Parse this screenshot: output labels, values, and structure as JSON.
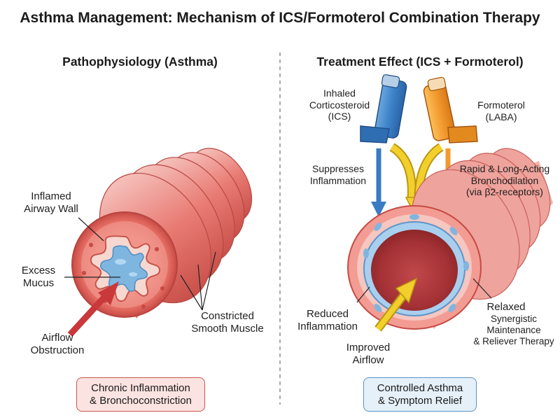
{
  "title": "Asthma Management: Mechanism of ICS/Formoterol Combination Therapy",
  "left_panel": {
    "heading": "Pathophysiology (Asthma)",
    "labels": {
      "inflamed_wall_1": "Inflamed",
      "inflamed_wall_2": "Airway Wall",
      "mucus_1": "Excess",
      "mucus_2": "Mucus",
      "airflow_1": "Airflow",
      "airflow_2": "Obstruction",
      "muscle_1": "Constricted",
      "muscle_2": "Smooth Muscle"
    },
    "summary_1": "Chronic Inflammation",
    "summary_2": "& Bronchoconstriction"
  },
  "right_panel": {
    "heading": "Treatment Effect (ICS + Formoterol)",
    "ics": {
      "line1": "Inhaled",
      "line2": "Corticosteroid",
      "line3": "(ICS)",
      "effect_1": "Suppresses",
      "effect_2": "Inflammation",
      "color": "#3a7cc4"
    },
    "formoterol": {
      "line1": "Formoterol",
      "line2": "(LABA)",
      "effect_1": "Rapid & Long-Acting",
      "effect_2": "Bronchodilation",
      "effect_3": "(via β2-receptors)",
      "color": "#f29a2e"
    },
    "labels": {
      "reduced_1": "Reduced",
      "reduced_2": "Inflammation",
      "improved_1": "Improved",
      "improved_2": "Airflow",
      "relaxed": "Relaxed",
      "synergy_1": "Synergistic",
      "synergy_2": "Maintenance",
      "synergy_3": "& Reliever Therapy"
    },
    "summary_1": "Controlled Asthma",
    "summary_2": "& Symptom Relief"
  },
  "colors": {
    "airway_red": "#d9544f",
    "airway_pink": "#f2a7a2",
    "mucus_blue": "#7fb6e0",
    "airflow_yellow": "#f3cf2c",
    "obstruction_red": "#c9383a"
  }
}
